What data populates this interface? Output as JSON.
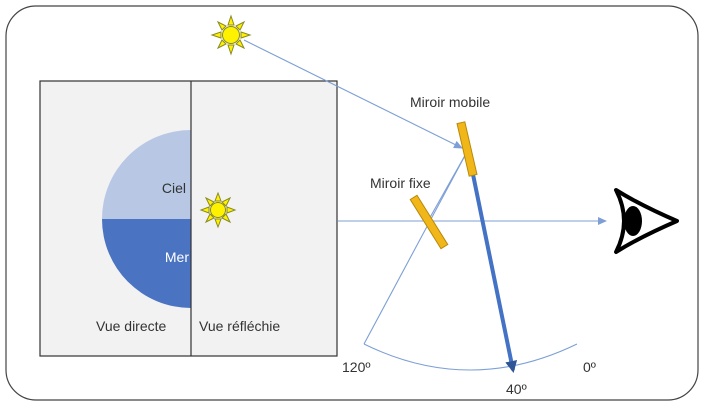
{
  "labels": {
    "miroir_mobile": "Miroir mobile",
    "miroir_fixe": "Miroir fixe",
    "ciel": "Ciel",
    "mer": "Mer",
    "vue_directe": "Vue directe",
    "vue_reflechie": "Vue réfléchie",
    "angle_120": "120º",
    "angle_40": "40º",
    "angle_0": "0º"
  },
  "colors": {
    "sky": "#b7c7e4",
    "sea": "#4a73c2",
    "mirror": "#f1b619",
    "mirror_stroke": "#b88a0a",
    "light_ray": "#7d9fd6",
    "index_arm": "#4472c4",
    "sun": "#fff200",
    "panel_bg": "#f2f2f2"
  },
  "icons": [
    "sun-icon",
    "eye-icon"
  ]
}
